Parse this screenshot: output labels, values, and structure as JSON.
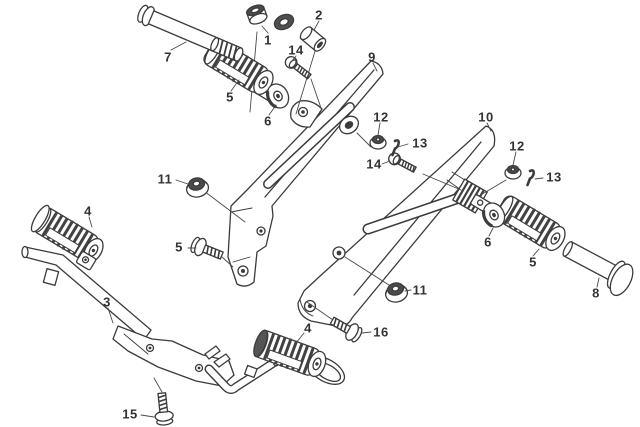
{
  "diagram": {
    "background_color": "#ffffff",
    "line_color": "#3b3b3b",
    "text_color": "#333333",
    "callouts": [
      {
        "label": "7"
      },
      {
        "label": "5"
      },
      {
        "label": "6"
      },
      {
        "label": "1"
      },
      {
        "label": "14"
      },
      {
        "label": "2"
      },
      {
        "label": "9"
      },
      {
        "label": "12"
      },
      {
        "label": "13"
      },
      {
        "label": "14"
      },
      {
        "label": "10"
      },
      {
        "label": "12"
      },
      {
        "label": "13"
      },
      {
        "label": "11"
      },
      {
        "label": "4"
      },
      {
        "label": "5"
      },
      {
        "label": "3"
      },
      {
        "label": "15"
      },
      {
        "label": "4"
      },
      {
        "label": "16"
      },
      {
        "label": "11"
      },
      {
        "label": "6"
      },
      {
        "label": "5"
      },
      {
        "label": "8"
      }
    ]
  }
}
